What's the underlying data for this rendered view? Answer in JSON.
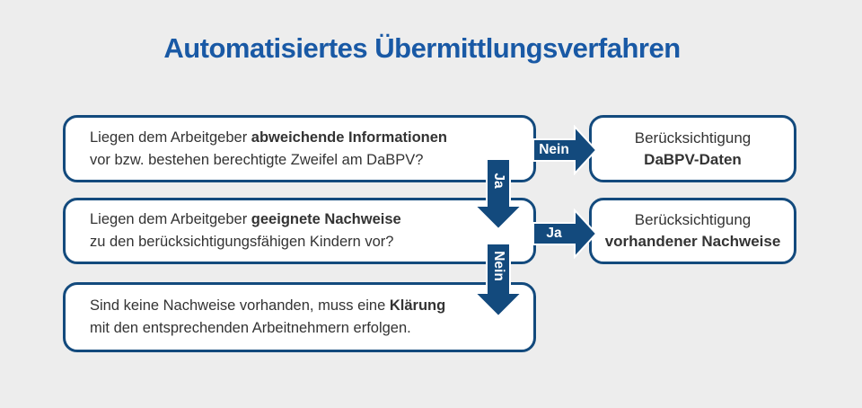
{
  "title": "Automatisiertes Übermittlungsverfahren",
  "colors": {
    "background": "#EDEDED",
    "navy": "#134A7D",
    "title_blue": "#1959A5",
    "box_background": "#FFFFFF",
    "body_text": "#333333",
    "arrow_label_text": "#FFFFFF"
  },
  "flow": {
    "left_boxes": [
      {
        "line1_normal": "Liegen dem Arbeitgeber ",
        "line1_bold": "abweichende Informationen",
        "line2": "vor bzw. bestehen berechtigte Zweifel am DaBPV?"
      },
      {
        "line1_normal": "Liegen dem Arbeitgeber ",
        "line1_bold": "geeignete Nachweise",
        "line2": "zu den berücksichtigungsfähigen Kindern vor?"
      },
      {
        "line1_normal": "Sind keine Nachweise vorhanden, muss eine ",
        "line1_bold": "Klärung",
        "line2": "mit den entsprechenden Arbeitnehmern erfolgen."
      }
    ],
    "right_boxes": [
      {
        "line1": "Berücksichtigung",
        "line2_bold": "DaBPV-Daten"
      },
      {
        "line1": "Berücksichtigung",
        "line2_bold": "vorhandener Nachweise"
      }
    ],
    "arrows": [
      {
        "label": "Nein",
        "direction": "right",
        "from": "question-1",
        "to": "result-dabpv-daten"
      },
      {
        "label": "Ja",
        "direction": "down",
        "from": "question-1",
        "to": "question-2"
      },
      {
        "label": "Ja",
        "direction": "right",
        "from": "question-2",
        "to": "result-vorhandene-nachweise"
      },
      {
        "label": "Nein",
        "direction": "down",
        "from": "question-2",
        "to": "klaerung"
      }
    ]
  }
}
